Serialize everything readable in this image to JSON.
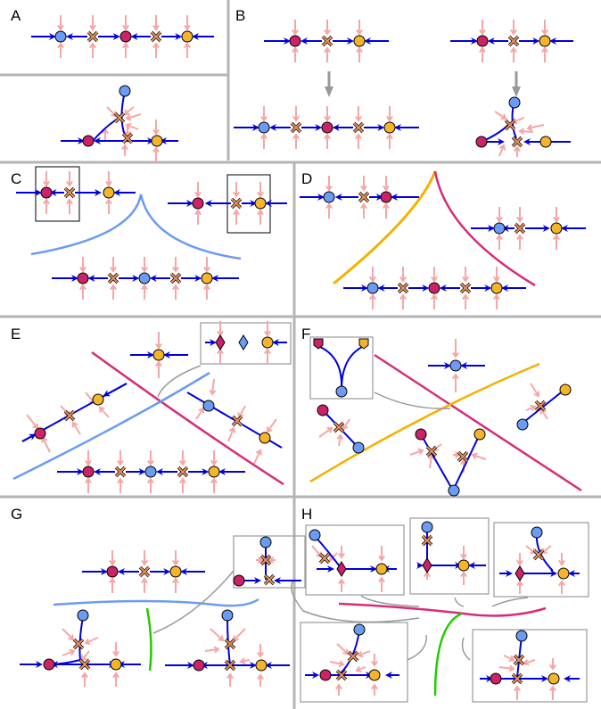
{
  "panels": [
    {
      "id": "A",
      "label": "A"
    },
    {
      "id": "B",
      "label": "B"
    },
    {
      "id": "C",
      "label": "C"
    },
    {
      "id": "D",
      "label": "D"
    },
    {
      "id": "E",
      "label": "E"
    },
    {
      "id": "F",
      "label": "F"
    },
    {
      "id": "G",
      "label": "G"
    },
    {
      "id": "H",
      "label": "H"
    }
  ],
  "colors": {
    "divider": "#b4b4b4",
    "axis": "#0000dd",
    "flow_arrow": "#f5a7a7",
    "node_blue": "#6b9bf2",
    "node_magenta": "#cc2266",
    "node_orange": "#f5b52b",
    "saddle": "#e8935c",
    "curve_blue": "#6b9bf2",
    "curve_magenta": "#d62d78",
    "curve_orange": "#f5b100",
    "curve_green": "#22cc00",
    "transition_arrow": "#999999",
    "inset_border": "#999999"
  },
  "node_icons": {
    "stable": "filled-circle-node-icon",
    "saddle": "cross-saddle-icon",
    "cusp": "diamond-node-icon",
    "boundary": "half-square-node-icon"
  }
}
